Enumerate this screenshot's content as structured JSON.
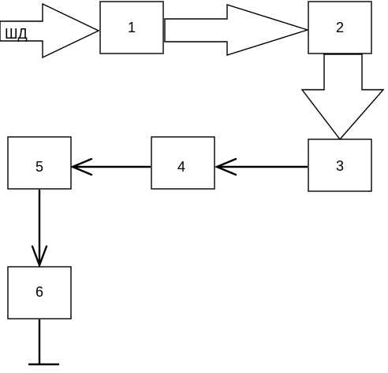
{
  "input_label": "ШД",
  "blocks": [
    {
      "id": 1,
      "label": "1"
    },
    {
      "id": 2,
      "label": "2"
    },
    {
      "id": 3,
      "label": "3"
    },
    {
      "id": 4,
      "label": "4"
    },
    {
      "id": 5,
      "label": "5"
    },
    {
      "id": 6,
      "label": "6"
    }
  ],
  "connections": [
    {
      "from": "input",
      "to": 1,
      "style": "wide"
    },
    {
      "from": 1,
      "to": 2,
      "style": "wide"
    },
    {
      "from": 2,
      "to": 3,
      "style": "wide"
    },
    {
      "from": 3,
      "to": 4,
      "style": "line"
    },
    {
      "from": 4,
      "to": 5,
      "style": "line"
    },
    {
      "from": 5,
      "to": 6,
      "style": "line"
    },
    {
      "from": 6,
      "to": "ground",
      "style": "terminal"
    }
  ]
}
